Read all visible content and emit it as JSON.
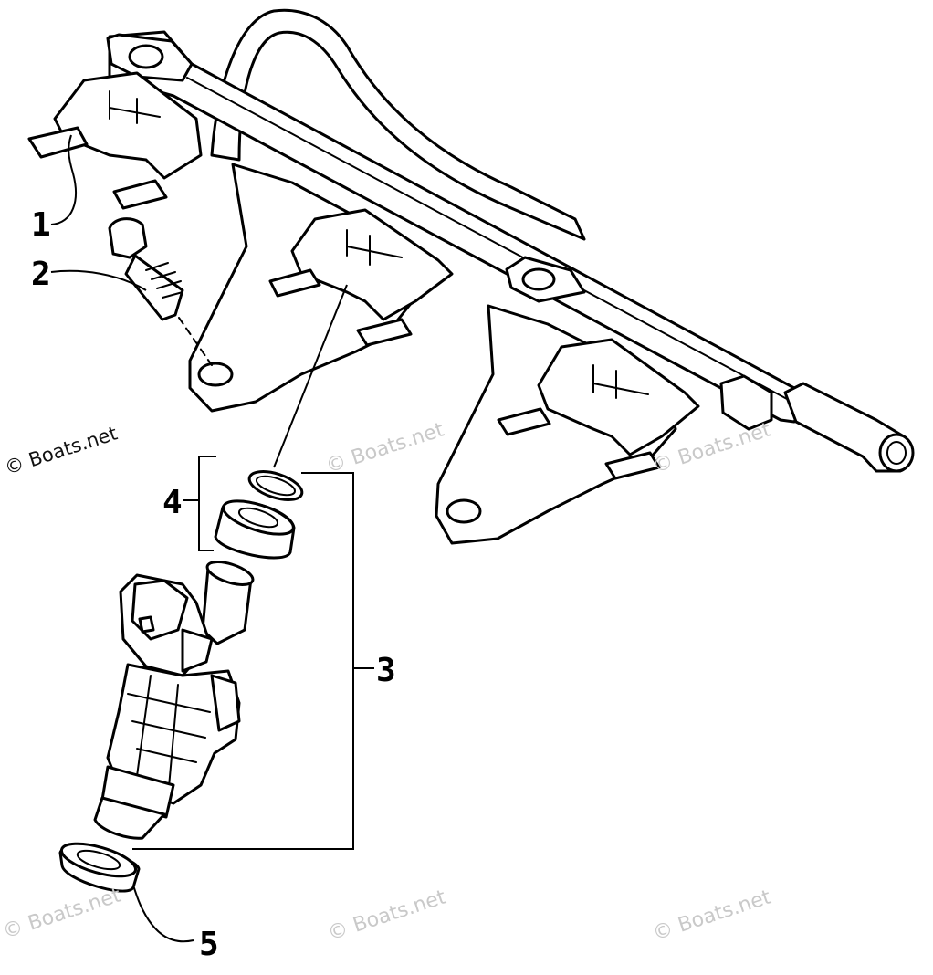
{
  "callouts": {
    "one": "1",
    "two": "2",
    "three": "3",
    "four": "4",
    "five": "5"
  },
  "watermarks": {
    "primary": "© Boats.net",
    "faint": "© Boats.net"
  }
}
